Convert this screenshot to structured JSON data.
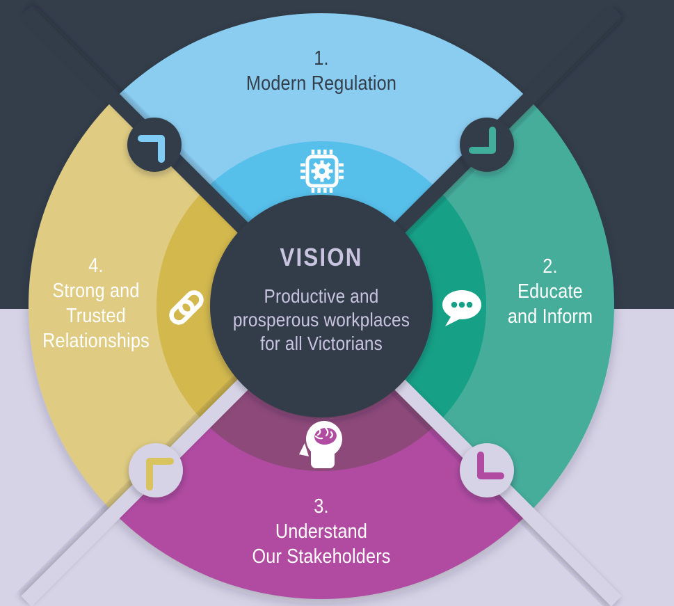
{
  "center": {
    "title": "VISION",
    "lines": [
      "Productive and",
      "prosperous workplaces",
      "for all Victorians"
    ]
  },
  "quadrants": [
    {
      "number": "1.",
      "lines": [
        "Modern Regulation"
      ],
      "icon": "microchip-gear-icon"
    },
    {
      "number": "2.",
      "lines": [
        "Educate",
        "and Inform"
      ],
      "icon": "speech-bubble-icon"
    },
    {
      "number": "3.",
      "lines": [
        "Understand",
        "Our Stakeholders"
      ],
      "icon": "head-brain-icon"
    },
    {
      "number": "4.",
      "lines": [
        "Strong and",
        "Trusted",
        "Relationships"
      ],
      "icon": "chain-link-icon"
    }
  ],
  "colors": {
    "bg_dark": "#333E4A",
    "bg_light": "#D6D3E6",
    "blue_outer": "#8BCDF0",
    "blue_inner": "#56BFEA",
    "teal_outer": "#45AD9A",
    "teal_inner": "#16A086",
    "gold_outer": "#DFCC82",
    "gold_inner": "#D2B84E",
    "magenta_outer": "#B04CA1",
    "magenta_inner": "#8C4A7A",
    "slate_text": "#333E4A",
    "center_text": "#C9C4E0",
    "white": "#FFFFFF",
    "glyph_blue": "#7FCDF4",
    "glyph_teal": "#3FAE9B",
    "glyph_gold": "#D8C35E",
    "glyph_magenta": "#B04CA1"
  }
}
